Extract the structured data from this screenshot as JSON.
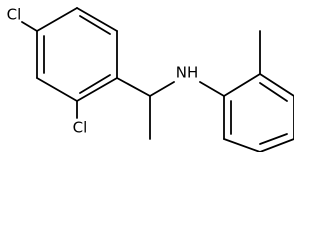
{
  "molecule": {
    "labels": {
      "cl_top": "Cl",
      "cl_bottom": "Cl",
      "nh": "NH"
    }
  }
}
